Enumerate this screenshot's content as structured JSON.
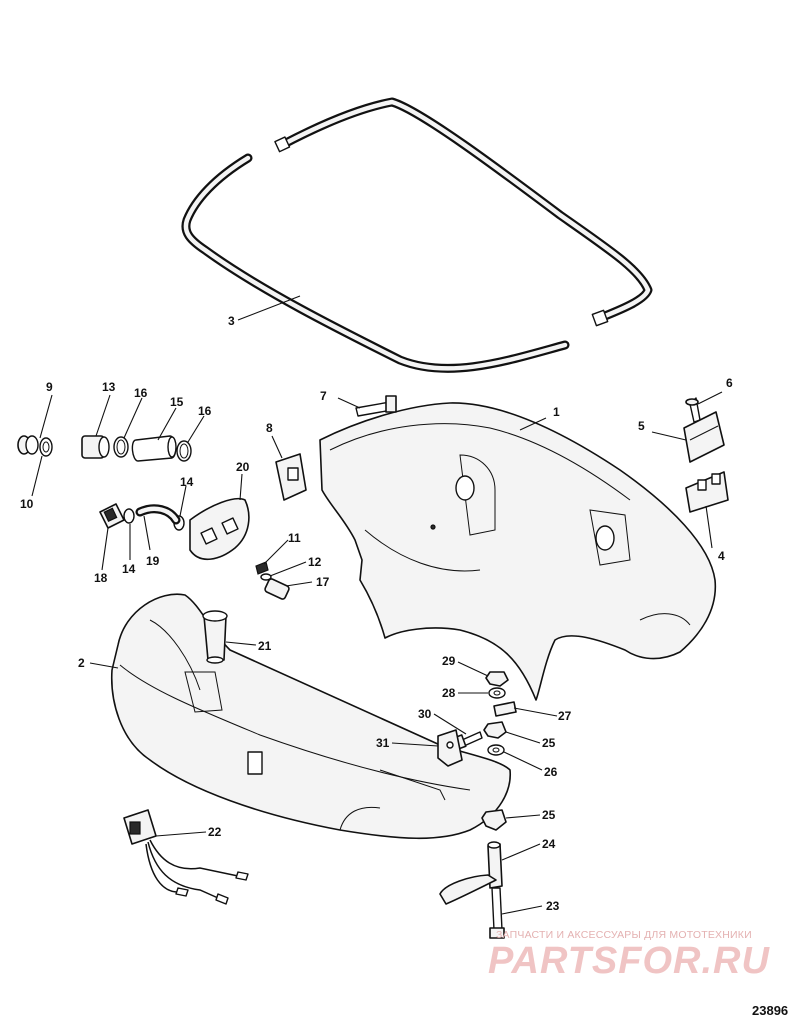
{
  "diagram": {
    "figure_number": "23896",
    "callouts": [
      "1",
      "2",
      "3",
      "4",
      "5",
      "6",
      "7",
      "8",
      "9",
      "10",
      "11",
      "12",
      "13",
      "14",
      "14",
      "15",
      "16",
      "16",
      "17",
      "18",
      "19",
      "20",
      "21",
      "22",
      "23",
      "24",
      "25",
      "25",
      "26",
      "27",
      "28",
      "29",
      "30",
      "31"
    ],
    "watermark": {
      "tagline": "ЗАПЧАСТИ И АКСЕССУАРЫ ДЛЯ МОТОТЕХНИКИ",
      "logo": "PARTSFOR.RU"
    }
  }
}
